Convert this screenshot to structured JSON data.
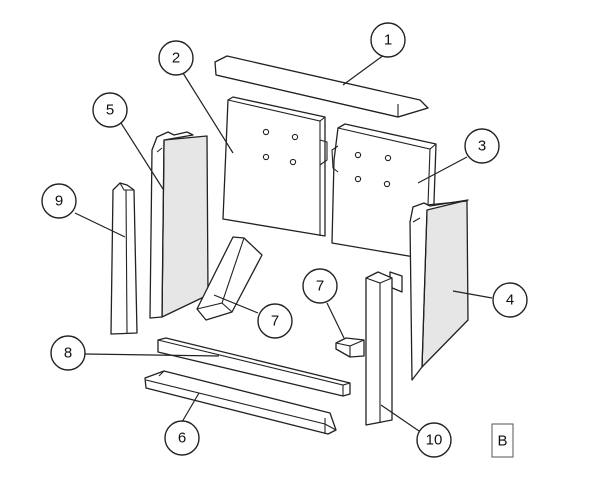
{
  "callouts": [
    "1",
    "2",
    "3",
    "4",
    "5",
    "6",
    "7",
    "7",
    "8",
    "9",
    "10"
  ],
  "variant": "B"
}
